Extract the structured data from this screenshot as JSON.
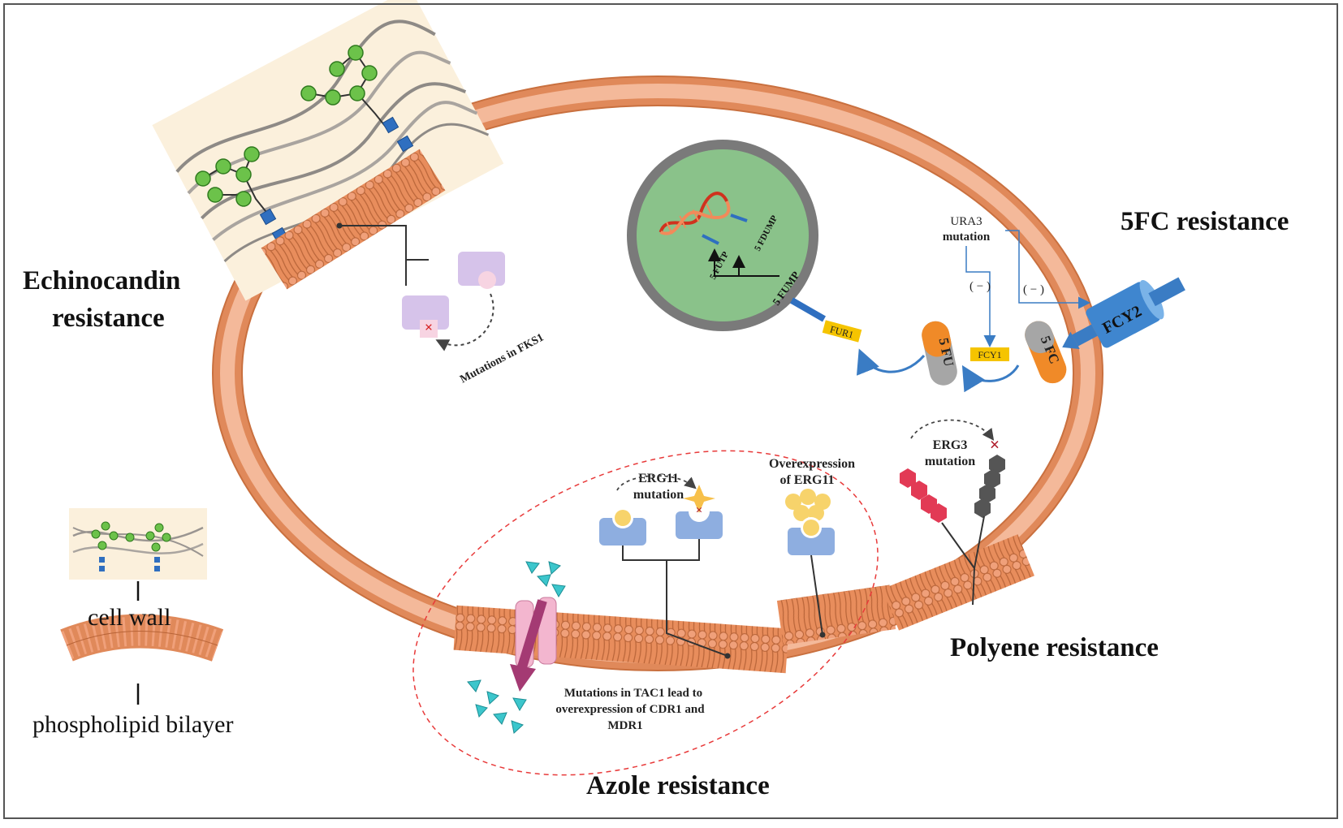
{
  "headings": {
    "echinocandin_line1": "Echinocandin",
    "echinocandin_line2": "resistance",
    "fivefc": "5FC resistance",
    "polyene": "Polyene resistance",
    "azole": "Azole resistance"
  },
  "legend": {
    "cell_wall": "cell wall",
    "bilayer": "phospholipid bilayer"
  },
  "labels": {
    "fks1": "Mutations in FKS1",
    "ura3_line1": "URA3",
    "ura3_line2": "mutation",
    "minus_left": "( − )",
    "minus_right": "( − )",
    "fcy2": "FCY2",
    "fcy1": "FCY1",
    "fur1": "FUR1",
    "five_fc": "5 FC",
    "five_fu": "5 FU",
    "five_fump": "5 FUMP",
    "five_futp": "5 FUTP",
    "five_fdump": "5 FDUMP",
    "erg11_line1": "ERG11",
    "erg11_line2": "mutation",
    "overexp_line1": "Overexpression",
    "overexp_line2": "of ERG11",
    "erg3_line1": "ERG3",
    "erg3_line2": "mutation",
    "tac1_line1": "Mutations in TAC1 lead to",
    "tac1_line2": "overexpression of CDR1 and",
    "tac1_line3": "MDR1"
  },
  "colors": {
    "membrane_outer": "#e0895a",
    "membrane_inner": "#f4b99a",
    "nucleus_fill": "#8ac28a",
    "nucleus_ring": "#7a7a7a",
    "enzyme_label": "#f5c400",
    "transporter_blue": "#3a7cc4",
    "receptor_blue": "#8eaee0",
    "azole_cyan": "#3cc6cc",
    "glucan_green": "#6cc24a",
    "wall_bg": "#fbf0dc",
    "azole_outline": "#e83a3a"
  },
  "icons": {
    "dna": "dna-helix-icon",
    "lock": "fks1-enzyme-icon",
    "transporter": "cdr1-efflux-pump-icon"
  }
}
